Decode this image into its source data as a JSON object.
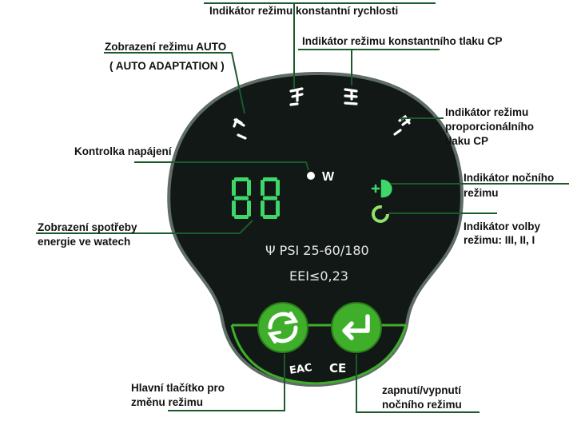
{
  "annotations": {
    "constant_speed": "Indikátor režimu konstantní rychlosti",
    "auto_line1": "Zobrazení režimu AUTO",
    "auto_line2": "( AUTO ADAPTATION )",
    "constant_pressure": "Indikátor režimu konstantního tlaku CP",
    "proportional_line1": "Indikátor režimu",
    "proportional_line2": "proporcionálního",
    "proportional_line3": "tlaku CP",
    "power_lamp": "Kontrolka napájení",
    "night_line1": "Indikátor nočního",
    "night_line2": "režimu",
    "consumption_line1": "Zobrazení spotřeby",
    "consumption_line2": "energie ve watech",
    "speed_select_line1": "Indikátor volby",
    "speed_select_line2": "režimu: III, II, I",
    "main_button_line1": "Hlavní tlačítko pro",
    "main_button_line2": "změnu režimu",
    "night_toggle_line1": "zapnutí/vypnutí",
    "night_toggle_line2": "nočního režimu"
  },
  "panel": {
    "watt_unit": "W",
    "model": "Ψ PSI 25-60/180",
    "eei": "EEI≤0,23",
    "display_digits": "88",
    "eac_mark": "EAC",
    "ce_mark": "CE"
  },
  "colors": {
    "panel": "#111816",
    "rim": "#6b7a72",
    "led_green": "#3fd66a",
    "button_green": "#3fae2a",
    "leader": "#1c5a2c",
    "white": "#ffffff"
  },
  "icons": {
    "main_button": "cycle-arrows-icon",
    "night_button": "enter-arrow-icon",
    "night_indicator": "moon-half-icon",
    "speed_indicator": "ring-icon"
  }
}
